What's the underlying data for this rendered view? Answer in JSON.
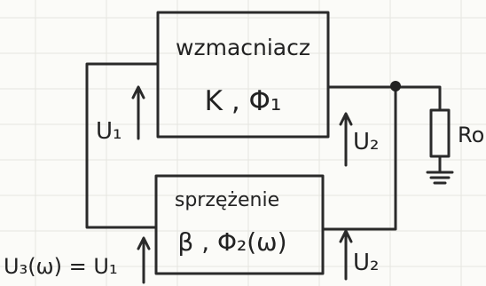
{
  "amplifier": {
    "title": "wzmacniacz",
    "params": "K , Φ₁"
  },
  "feedback": {
    "title": "sprzężenie",
    "params": "β , Φ₂(ω)"
  },
  "labels": {
    "u1_left": "U₁",
    "u2_right_top": "U₂",
    "u2_right_bottom": "U₂",
    "u3_equation": "U₃(ω) = U₁",
    "load": "Ro"
  }
}
